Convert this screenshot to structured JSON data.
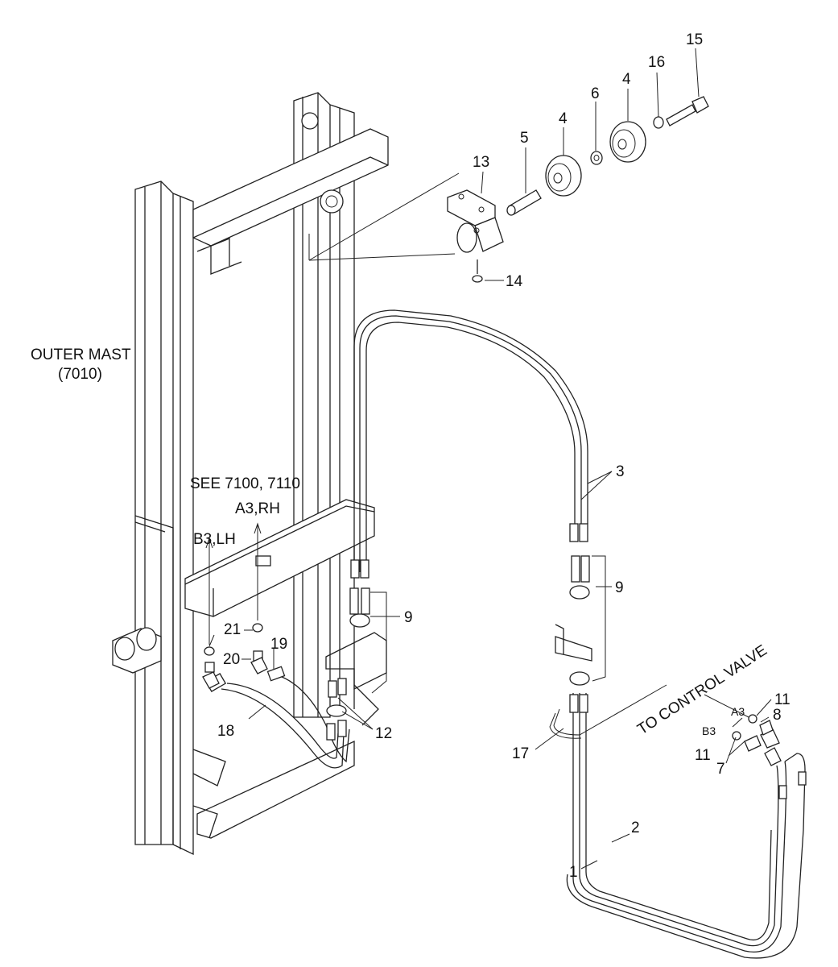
{
  "notes": {
    "outer_mast_line1": "OUTER MAST",
    "outer_mast_line2": "(7010)",
    "see_ref": "SEE 7100, 7110",
    "a3_rh": "A3,RH",
    "b3_lh": "B3,LH",
    "to_control_valve": "TO CONTROL VALVE",
    "a3": "A3",
    "b3": "B3"
  },
  "callouts": {
    "c1": "1",
    "c2": "2",
    "c3": "3",
    "c4a": "4",
    "c4b": "4",
    "c5": "5",
    "c6": "6",
    "c7": "7",
    "c8": "8",
    "c9a": "9",
    "c9b": "9",
    "c11a": "11",
    "c11b": "11",
    "c12": "12",
    "c13": "13",
    "c14": "14",
    "c15": "15",
    "c16": "16",
    "c17": "17",
    "c18": "18",
    "c19": "19",
    "c20": "20",
    "c21": "21"
  }
}
